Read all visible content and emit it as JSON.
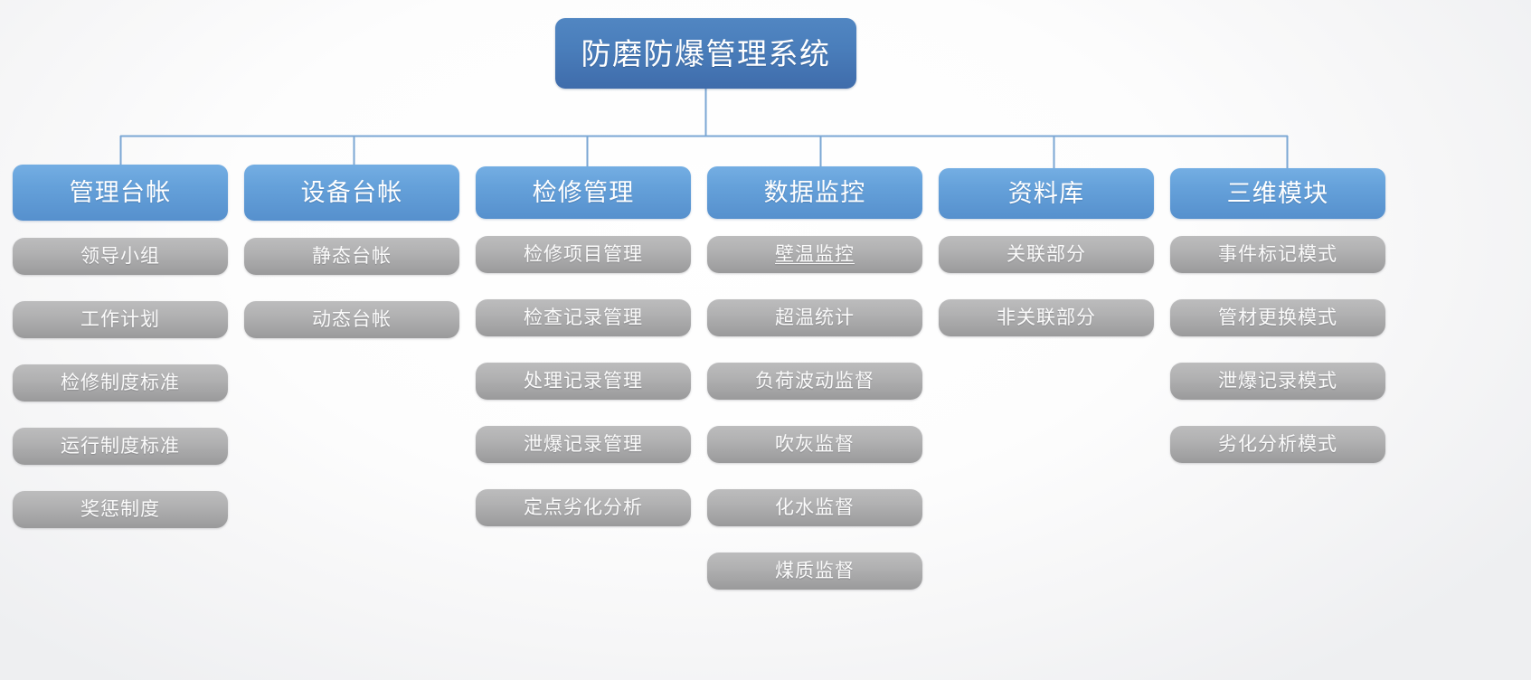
{
  "diagram": {
    "type": "organization-tree",
    "title": "防磨防爆管理系统",
    "colors": {
      "root_fill": "#4a7ebb",
      "level2_fill": "#65a1da",
      "level3_fill": "#b1b1b2",
      "connector_line": "#7ba7d4",
      "node_text": "#ffffff",
      "background": "#fafafb"
    },
    "root": {
      "label": "防磨防爆管理系统"
    },
    "branches": [
      {
        "label": "管理台帐",
        "children": [
          {
            "label": "领导小组",
            "underline": false
          },
          {
            "label": "工作计划",
            "underline": false
          },
          {
            "label": "检修制度标准",
            "underline": false
          },
          {
            "label": "运行制度标准",
            "underline": false
          },
          {
            "label": "奖惩制度",
            "underline": false
          }
        ]
      },
      {
        "label": "设备台帐",
        "children": [
          {
            "label": "静态台帐",
            "underline": false
          },
          {
            "label": "动态台帐",
            "underline": false
          }
        ]
      },
      {
        "label": "检修管理",
        "children": [
          {
            "label": "检修项目管理",
            "underline": false
          },
          {
            "label": "检查记录管理",
            "underline": false
          },
          {
            "label": "处理记录管理",
            "underline": false
          },
          {
            "label": "泄爆记录管理",
            "underline": false
          },
          {
            "label": "定点劣化分析",
            "underline": false
          }
        ]
      },
      {
        "label": "数据监控",
        "children": [
          {
            "label": "壁温监控",
            "underline": true
          },
          {
            "label": "超温统计",
            "underline": false
          },
          {
            "label": "负荷波动监督",
            "underline": false
          },
          {
            "label": "吹灰监督",
            "underline": false
          },
          {
            "label": "化水监督",
            "underline": false
          },
          {
            "label": "煤质监督",
            "underline": false
          }
        ]
      },
      {
        "label": "资料库",
        "children": [
          {
            "label": "关联部分",
            "underline": false
          },
          {
            "label": "非关联部分",
            "underline": false
          }
        ]
      },
      {
        "label": "三维模块",
        "children": [
          {
            "label": "事件标记模式",
            "underline": false
          },
          {
            "label": "管材更换模式",
            "underline": false
          },
          {
            "label": "泄爆记录模式",
            "underline": false
          },
          {
            "label": "劣化分析模式",
            "underline": false
          }
        ]
      }
    ]
  }
}
